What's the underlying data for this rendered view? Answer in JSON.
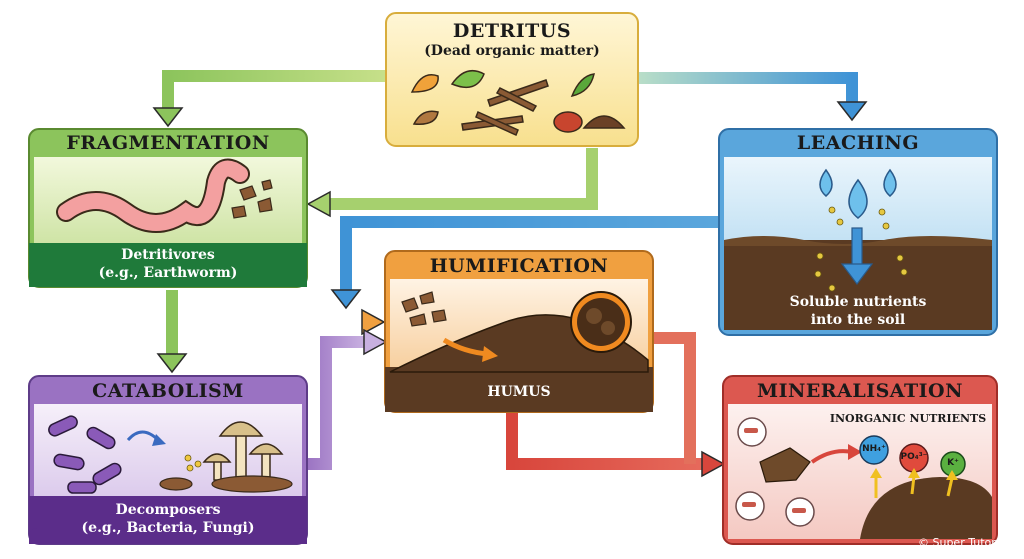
{
  "detritus": {
    "title": "DETRITUS",
    "subtitle": "(Dead organic matter)"
  },
  "fragmentation": {
    "title": "FRAGMENTATION",
    "line1": "Detritivores",
    "line2": "(e.g., Earthworm)"
  },
  "leaching": {
    "title": "LEACHING",
    "line1": "Soluble nutrients",
    "line2": "into the soil"
  },
  "humification": {
    "title": "HUMIFICATION",
    "caption": "HUMUS"
  },
  "catabolism": {
    "title": "CATABOLISM",
    "line1": "Decomposers",
    "line2": "(e.g., Bacteria, Fungi)"
  },
  "mineralisation": {
    "title": "MINERALISATION",
    "subtitle": "INORGANIC NUTRIENTS",
    "ions": [
      "NH₄⁺",
      "PO₄³⁻",
      "K⁺"
    ]
  },
  "credit": "© Super Tutor",
  "colors": {
    "detritus": "#f6dd8c",
    "fragmentation": "#8cc45c",
    "leaching": "#5aa6dc",
    "humification": "#f0a040",
    "catabolism": "#9a72c2",
    "mineralisation": "#dc5850"
  }
}
